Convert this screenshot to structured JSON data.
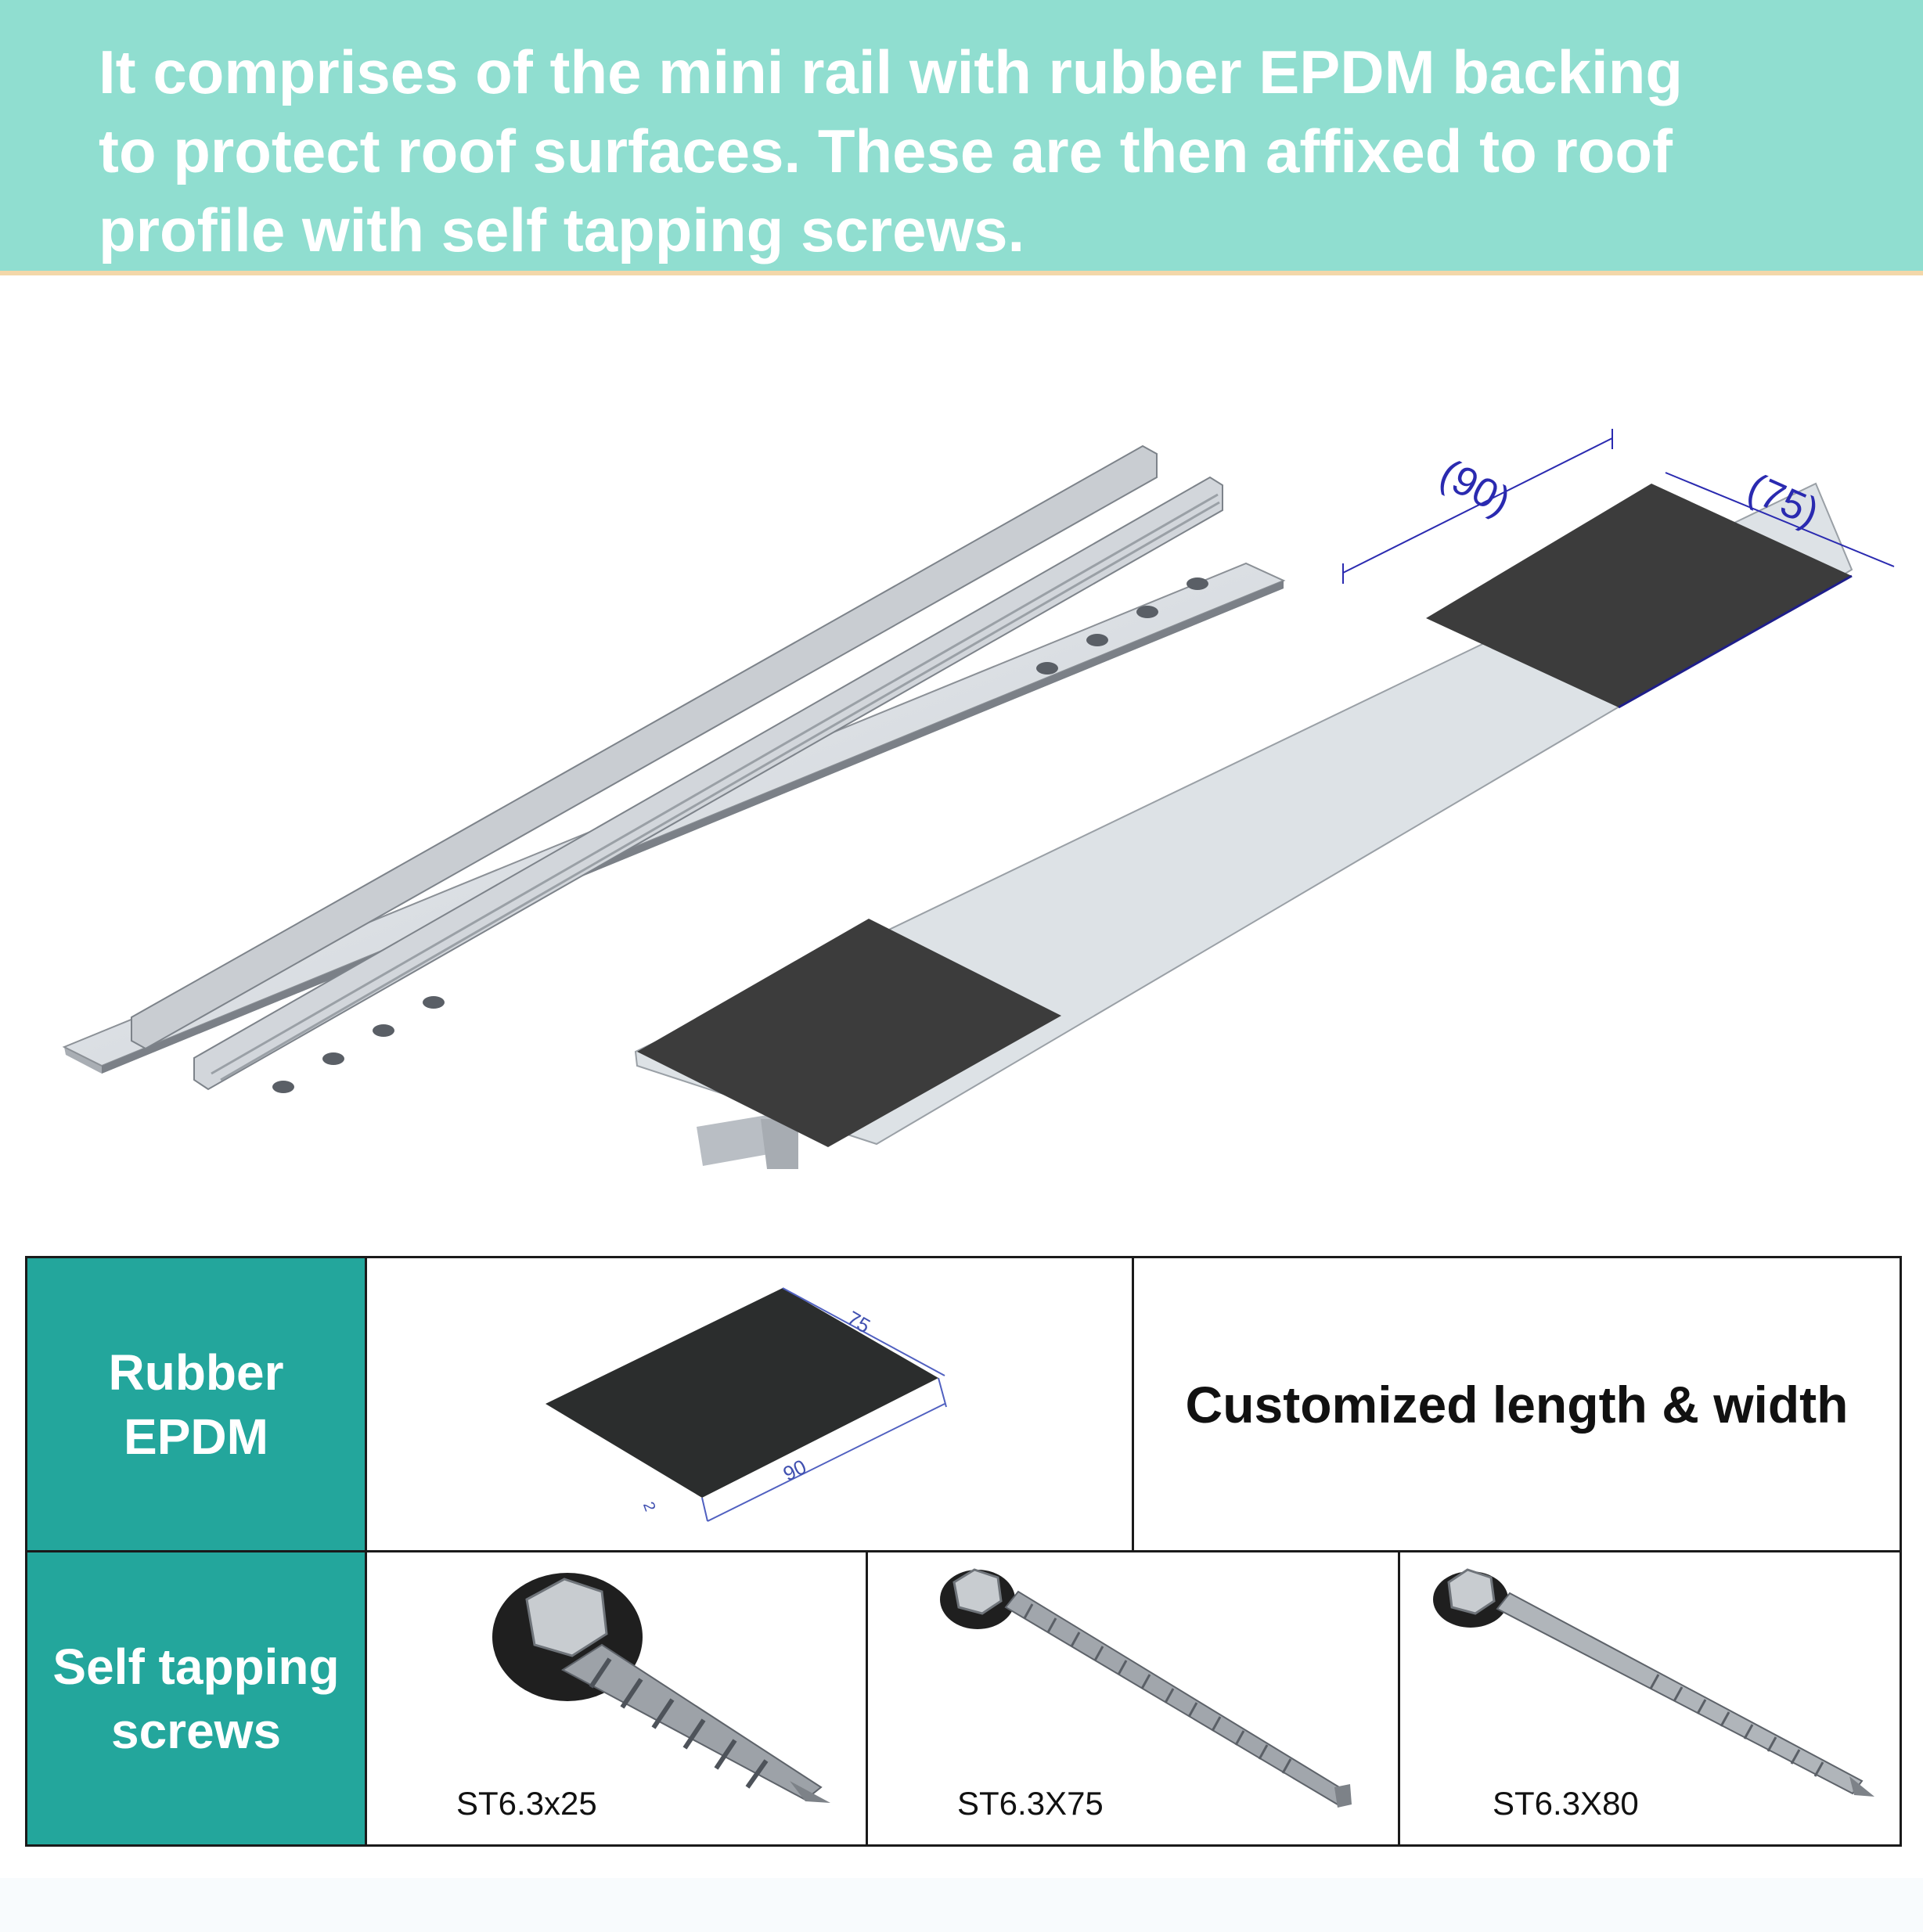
{
  "banner": {
    "line1": "It comprises of the mini rail with  rubber EPDM backing",
    "line2": "to protect roof surfaces. These are then affixed to roof",
    "line3": "profile with self tapping screws."
  },
  "illustration": {
    "dim_width": "(90)",
    "dim_depth": "(75)"
  },
  "table": {
    "rubber_header_1": "Rubber",
    "rubber_header_2": "EPDM",
    "pad_dim_75": "75",
    "pad_dim_90": "90",
    "pad_dim_2": "2",
    "custom_note": "Customized length & width",
    "screws_header_1": "Self tapping",
    "screws_header_2": "screws",
    "screws": [
      {
        "label": "ST6.3x25"
      },
      {
        "label": "ST6.3X75"
      },
      {
        "label": "ST6.3X80"
      }
    ]
  },
  "colors": {
    "banner": "#90ded0",
    "header_cell": "#23a69c",
    "rubber": "#3c3c3c",
    "dimension": "#2a2ab0"
  }
}
